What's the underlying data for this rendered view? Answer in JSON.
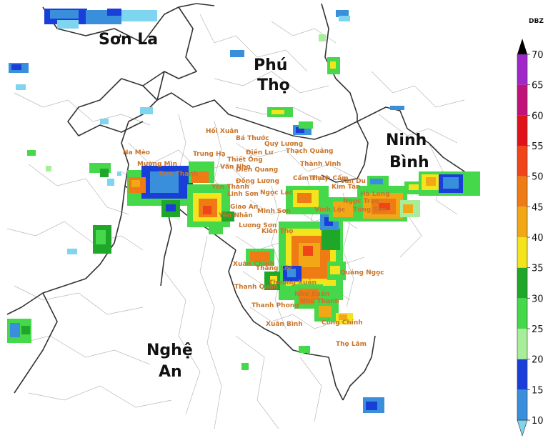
{
  "provinces": [
    {
      "name": "Sơn La",
      "lines": [
        "Sơn La"
      ]
    },
    {
      "name": "Phú Thọ",
      "lines": [
        "Phú",
        "Thọ"
      ]
    },
    {
      "name": "Ninh Bình",
      "lines": [
        "Ninh",
        "Bình"
      ]
    },
    {
      "name": "Nghệ An",
      "lines": [
        "Nghệ",
        "An"
      ]
    }
  ],
  "communes": [
    "Hồi Xuân",
    "Bá Thước",
    "Quý Lương",
    "Thạch Quảng",
    "Điền Lư",
    "Na Mèo",
    "Mường Mìn",
    "Trung Hạ",
    "Thiết Ống",
    "Văn Nho",
    "Điền Quang",
    "Thành Vinh",
    "Đồng Lương",
    "Tam Thanh",
    "Yên Thành",
    "Linh Sơn",
    "Ngọc Lặc",
    "Cẩm Thủy",
    "Thạch Cẩm",
    "Kim Tân",
    "Vân Du",
    "Hà Long",
    "Ngọc Trạo",
    "Giao An",
    "Minh Sơn",
    "Vĩnh Lộc",
    "Yên Nhân",
    "Lương Sơn",
    "Kiên Thọ",
    "Tống Sơn",
    "Xuân Chinh",
    "Thắng Lộc",
    "Thanh Quân",
    "Thường Xuân",
    "Như Xuân",
    "Như Thanh",
    "Thanh Phong",
    "Xuân Bình",
    "Công Chính",
    "Thọ Lâm",
    "Quảng Ngọc"
  ],
  "legend": {
    "unit": "DBZ",
    "ticks": [
      "10",
      "15",
      "20",
      "25",
      "30",
      "35",
      "40",
      "45",
      "50",
      "55",
      "60",
      "65",
      "70"
    ],
    "colors": [
      "#3a8fdc",
      "#1a3fd8",
      "#a8ee9a",
      "#44d84a",
      "#1fa72a",
      "#f4e41e",
      "#f2a716",
      "#ee7b13",
      "#f04419",
      "#e0121c",
      "#c0137a",
      "#a028c8",
      "#000000"
    ],
    "over_color": "#000000",
    "under_color": "#7fd4ef"
  }
}
